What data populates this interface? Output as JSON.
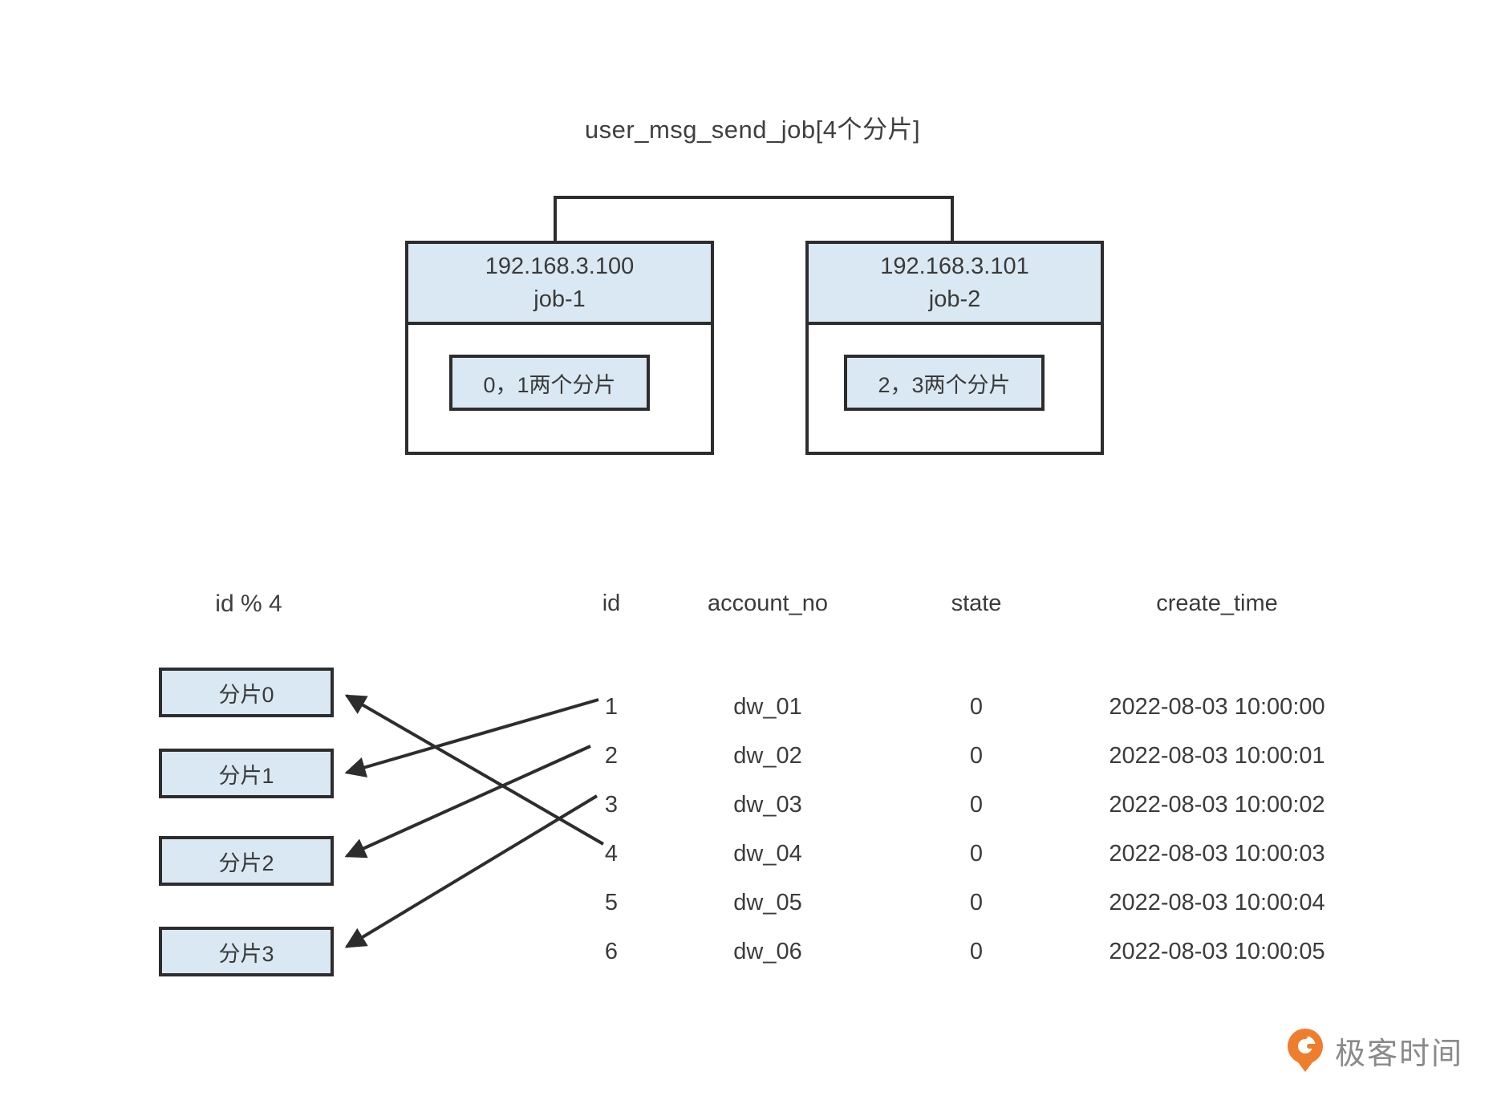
{
  "title": "user_msg_send_job[4个分片]",
  "nodes": [
    {
      "ip": "192.168.3.100",
      "job": "job-1",
      "shards": "0，1两个分片"
    },
    {
      "ip": "192.168.3.101",
      "job": "job-2",
      "shards": "2，3两个分片"
    }
  ],
  "mapping": {
    "label": "id % 4",
    "shards": [
      "分片0",
      "分片1",
      "分片2",
      "分片3"
    ],
    "assignments": [
      {
        "id": "1",
        "shard": "分片1"
      },
      {
        "id": "2",
        "shard": "分片2"
      },
      {
        "id": "3",
        "shard": "分片3"
      },
      {
        "id": "4",
        "shard": "分片0"
      }
    ]
  },
  "table": {
    "headers": [
      "id",
      "account_no",
      "state",
      "create_time"
    ],
    "rows": [
      {
        "id": "1",
        "account_no": "dw_01",
        "state": "0",
        "create_time": "2022-08-03 10:00:00"
      },
      {
        "id": "2",
        "account_no": "dw_02",
        "state": "0",
        "create_time": "2022-08-03 10:00:01"
      },
      {
        "id": "3",
        "account_no": "dw_03",
        "state": "0",
        "create_time": "2022-08-03 10:00:02"
      },
      {
        "id": "4",
        "account_no": "dw_04",
        "state": "0",
        "create_time": "2022-08-03 10:00:03"
      },
      {
        "id": "5",
        "account_no": "dw_05",
        "state": "0",
        "create_time": "2022-08-03 10:00:04"
      },
      {
        "id": "6",
        "account_no": "dw_06",
        "state": "0",
        "create_time": "2022-08-03 10:00:05"
      }
    ]
  },
  "footer": {
    "logo_text": "极客时间"
  },
  "colors": {
    "box_fill": "#d9e8f2",
    "line": "#2d2d2d",
    "logo_orange": "#ee7e2e",
    "logo_text": "#8a8a8a"
  }
}
